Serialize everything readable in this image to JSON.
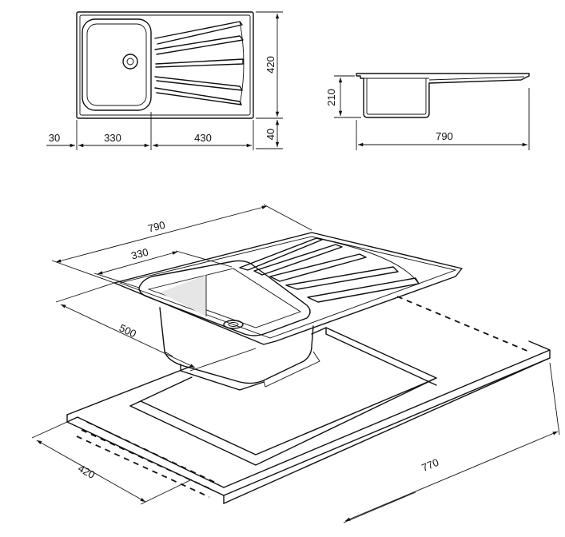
{
  "top_view": {
    "dim_height": "420",
    "dim_bottom_right": "40",
    "dim_left_margin": "30",
    "dim_bowl": "330",
    "dim_drainer": "430"
  },
  "side_view": {
    "dim_depth": "210",
    "dim_length": "790"
  },
  "iso_view": {
    "dim_length": "790",
    "dim_bowl": "330",
    "dim_width": "500",
    "dim_cutout_depth": "420",
    "dim_cutout_length": "770"
  },
  "colors": {
    "line": "#111111",
    "background": "#ffffff"
  }
}
